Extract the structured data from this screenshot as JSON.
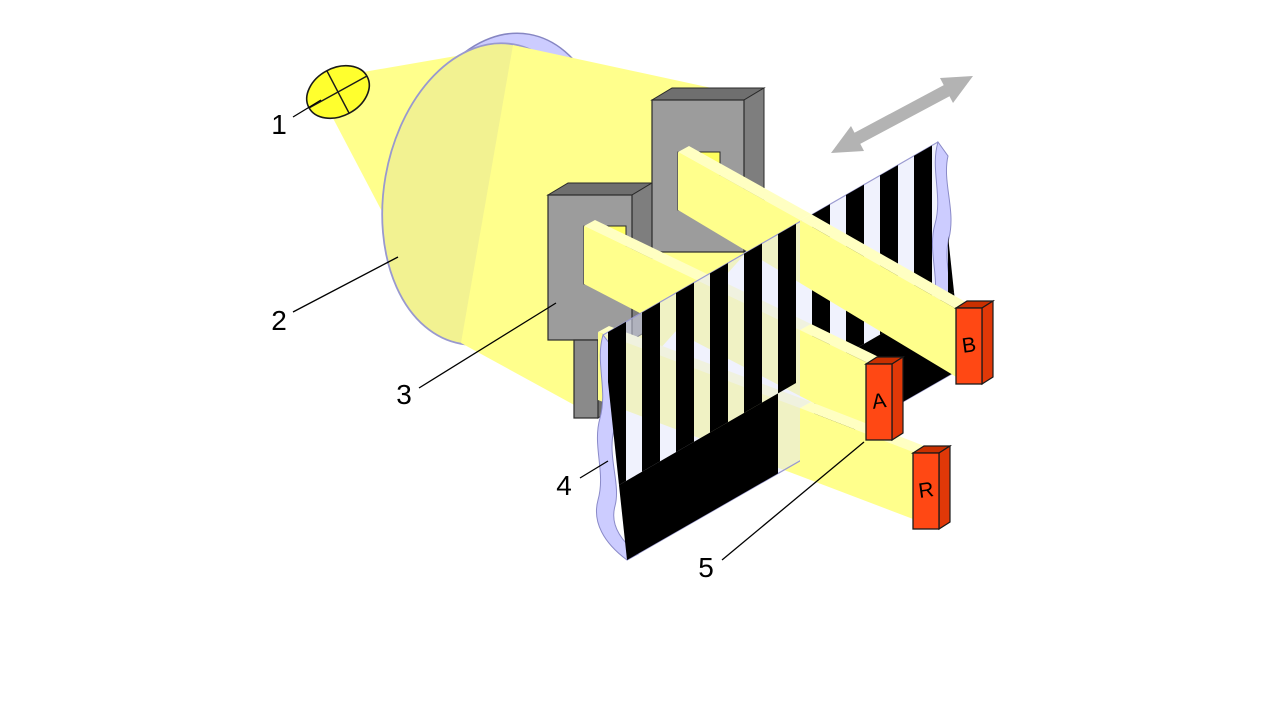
{
  "diagram": {
    "callouts": {
      "c1": "1",
      "c2": "2",
      "c3": "3",
      "c4": "4",
      "c5": "5"
    },
    "detectors": {
      "a": "A",
      "b": "B",
      "r": "R"
    },
    "colors": {
      "background": "#FFFFFF",
      "bulb": "#FFFF2E",
      "beam": "#FFFF8C",
      "beam_top": "#FFFFC2",
      "window": "#FFFF5E",
      "lens_rim": "#CCCCFF",
      "lens_face": "#F2F291",
      "mask_front": "#9C9C9C",
      "mask_top": "#6F6F6F",
      "mask_side": "#7E7E7E",
      "film": "#E2E5FC",
      "film_edge": "#CCCCFF",
      "stripes": "#000000",
      "detector": "#FF4814",
      "detector_top": "#C93000",
      "detector_side": "#E03808",
      "arrow": "#B3B3B3",
      "line": "#000000"
    }
  }
}
